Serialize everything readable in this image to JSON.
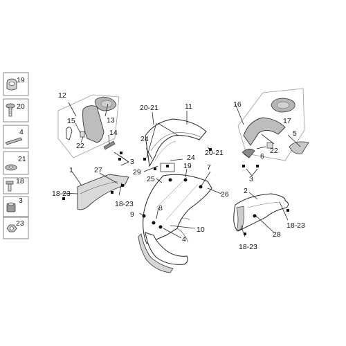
{
  "sidebar": {
    "items": [
      {
        "code": "19",
        "icon": "grommet-icon"
      },
      {
        "code": "20",
        "icon": "screw-icon"
      },
      {
        "code": "4",
        "icon": "adhesive-strip-icon"
      },
      {
        "code": "21",
        "icon": "washer-icon"
      },
      {
        "code": "18",
        "icon": "bolt-icon"
      },
      {
        "code": "3",
        "icon": "spacer-icon"
      },
      {
        "code": "23",
        "icon": "nut-icon"
      }
    ]
  },
  "callouts": {
    "c1": "1",
    "c2": "2",
    "c3a": "3",
    "c3b": "3",
    "c4": "4",
    "c5": "5",
    "c6": "6",
    "c7": "7",
    "c8": "8",
    "c9": "9",
    "c10": "10",
    "c11": "11",
    "c12": "12",
    "c13": "13",
    "c14": "14",
    "c15": "15",
    "c16": "16",
    "c17": "17",
    "c18_23a": "18-23",
    "c18_23b": "18-23",
    "c18_23c": "18-23",
    "c18_23d": "18-23",
    "c19": "19",
    "c20_21a": "20-21",
    "c20_21b": "20-21",
    "c22a": "22",
    "c22b": "22",
    "c24a": "24",
    "c24b": "24",
    "c25": "25",
    "c26": "26",
    "c27": "27",
    "c28": "28",
    "c29": "29"
  }
}
